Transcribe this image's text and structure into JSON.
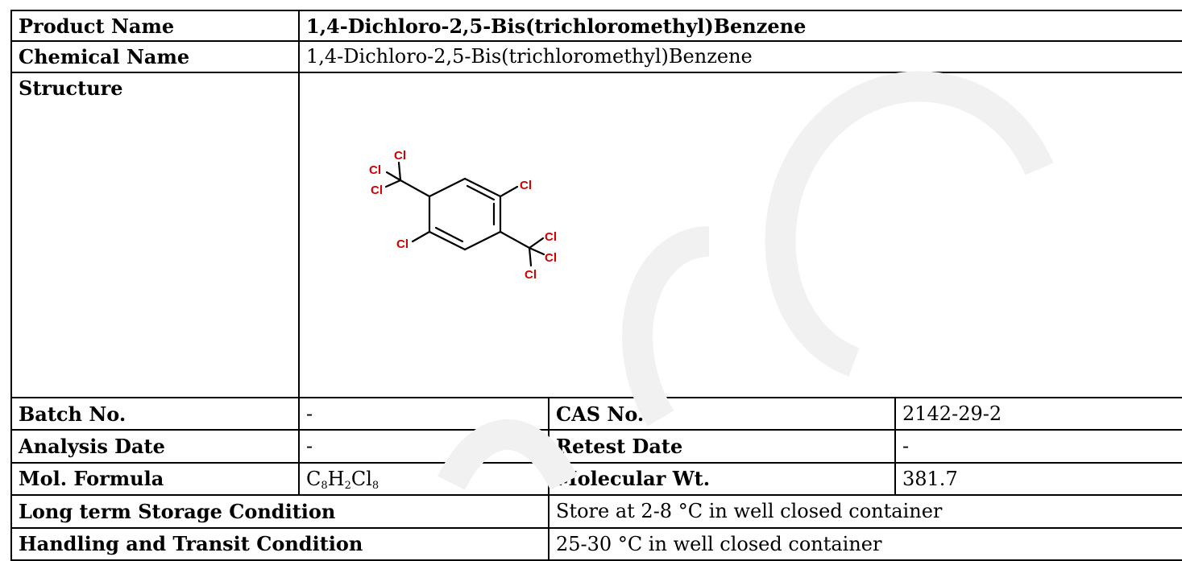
{
  "rows": {
    "product_name": {
      "label": "Product Name",
      "value": "1,4-Dichloro-2,5-Bis(trichloromethyl)Benzene"
    },
    "chemical_name": {
      "label": "Chemical Name",
      "value": "1,4-Dichloro-2,5-Bis(trichloromethyl)Benzene"
    },
    "structure": {
      "label": "Structure",
      "atom_label": "Cl"
    },
    "batch_no": {
      "label": "Batch No.",
      "value": "-"
    },
    "cas_no": {
      "label": "CAS No.",
      "value": "2142-29-2"
    },
    "analysis_date": {
      "label": "Analysis Date",
      "value": "-"
    },
    "retest_date": {
      "label": "Retest Date",
      "value": "-"
    },
    "mol_formula": {
      "label": "Mol. Formula",
      "c": "C",
      "c_count": "8",
      "h": "H",
      "h_count": "2",
      "cl": "Cl",
      "cl_count": "8"
    },
    "molecular_wt": {
      "label": "Molecular Wt.",
      "value": "381.7"
    },
    "storage": {
      "label": "Long term Storage Condition",
      "value": "Store at 2-8 °C in well closed container"
    },
    "handling": {
      "label": "Handling and Transit Condition",
      "value": "25-30 °C in well closed container"
    }
  },
  "colors": {
    "atom": "#d40000",
    "border": "#000000",
    "watermark": "#f2f2f2"
  }
}
